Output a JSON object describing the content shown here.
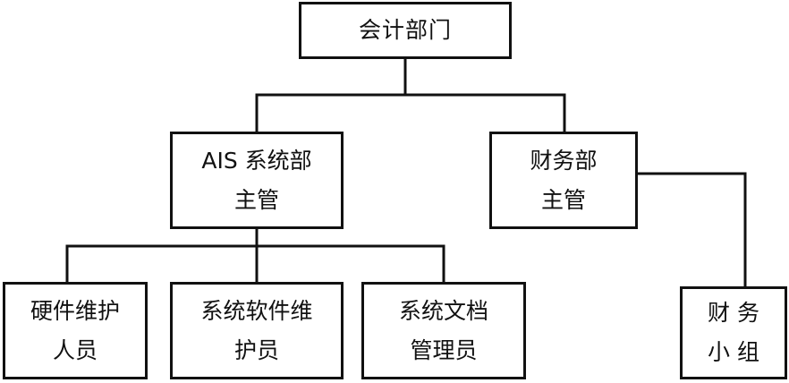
{
  "colors": {
    "line": "#111111",
    "background": "#ffffff"
  },
  "nodes": {
    "root": {
      "lines": [
        "会计部门"
      ]
    },
    "ais_manager": {
      "lines": [
        "AIS 系统部",
        "主管"
      ]
    },
    "finance_manager": {
      "lines": [
        "财务部",
        "主管"
      ]
    },
    "hardware_staff": {
      "lines": [
        "硬件维护",
        "人员"
      ]
    },
    "software_staff": {
      "lines": [
        "系统软件维",
        "护员"
      ]
    },
    "docs_admin": {
      "lines": [
        "系统文档",
        "管理员"
      ]
    },
    "finance_group": {
      "lines": [
        "财 务",
        "小 组"
      ]
    }
  }
}
